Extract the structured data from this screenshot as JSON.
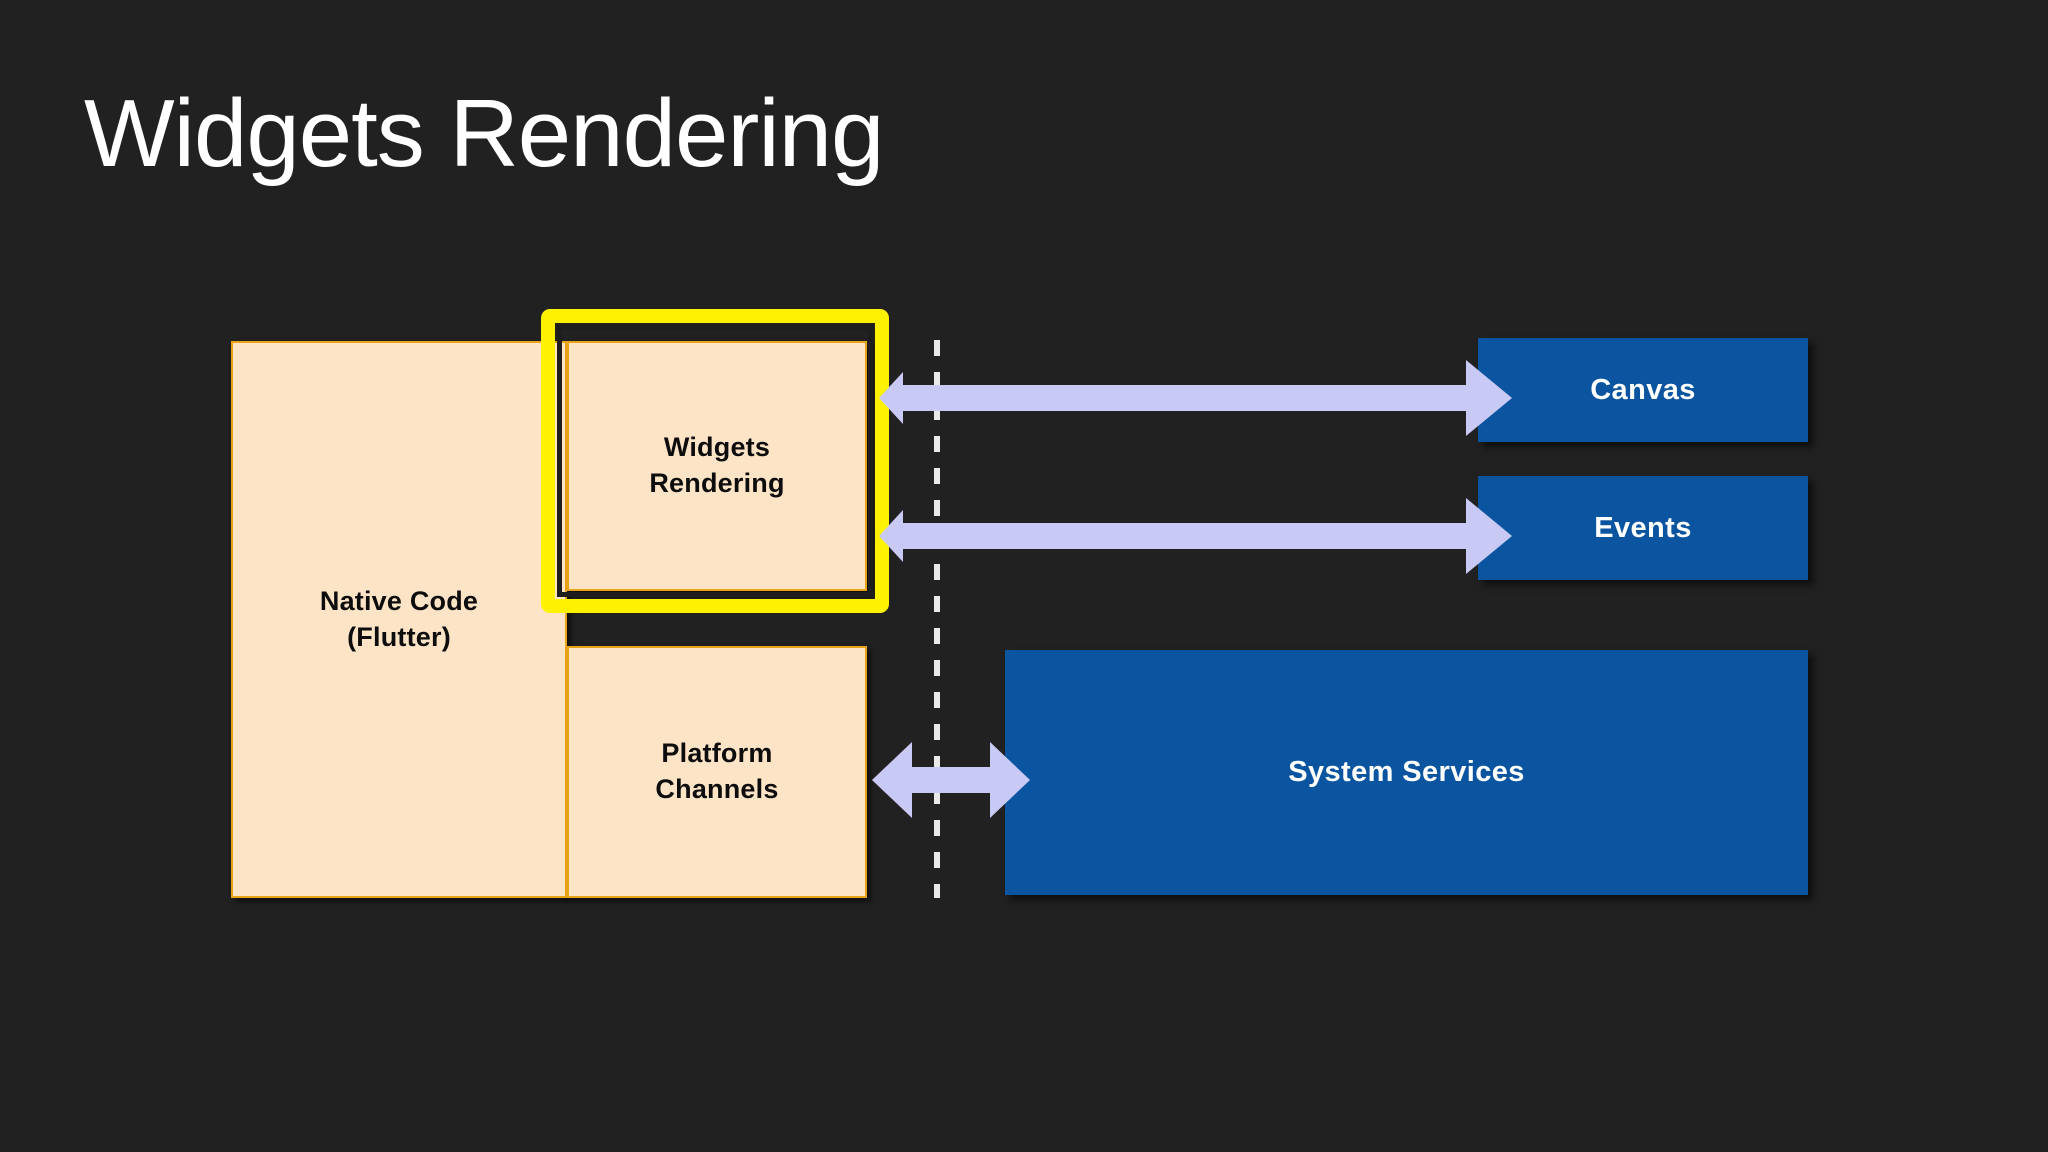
{
  "slide": {
    "title": "Widgets Rendering",
    "background_color": "#212121",
    "title_color": "#ffffff"
  },
  "palette": {
    "cream_fill": "#FDE4C7",
    "cream_border": "#E8A317",
    "blue_fill": "#0B55A0",
    "highlight_yellow": "#FFF200",
    "arrow_lavender": "#C9C9F5",
    "divider_gray": "#e9e9e9",
    "dark_stroke": "#1d1d1d"
  },
  "diagram": {
    "flutter_side": {
      "native_code": {
        "label_line1": "Native Code",
        "label_line2": "(Flutter)"
      },
      "widgets_rendering": {
        "label_line1": "Widgets",
        "label_line2": "Rendering",
        "highlighted": "true"
      },
      "platform_channels": {
        "label_line1": "Platform",
        "label_line2": "Channels"
      }
    },
    "system_side": {
      "canvas": {
        "label": "Canvas"
      },
      "events": {
        "label": "Events"
      },
      "system_services": {
        "label": "System Services"
      }
    },
    "connections": [
      {
        "name": "widgets-to-canvas",
        "from": "Widgets Rendering",
        "to": "Canvas",
        "direction": "bidirectional-head-left-and-right"
      },
      {
        "name": "widgets-to-events",
        "from": "Widgets Rendering",
        "to": "Events",
        "direction": "bidirectional-head-left-and-right"
      },
      {
        "name": "platform-channels-to-system-services",
        "from": "Platform Channels",
        "to": "System Services",
        "direction": "bidirectional"
      }
    ],
    "divider": {
      "style": "dashed-vertical",
      "meaning": "boundary between Flutter app and host platform"
    }
  }
}
